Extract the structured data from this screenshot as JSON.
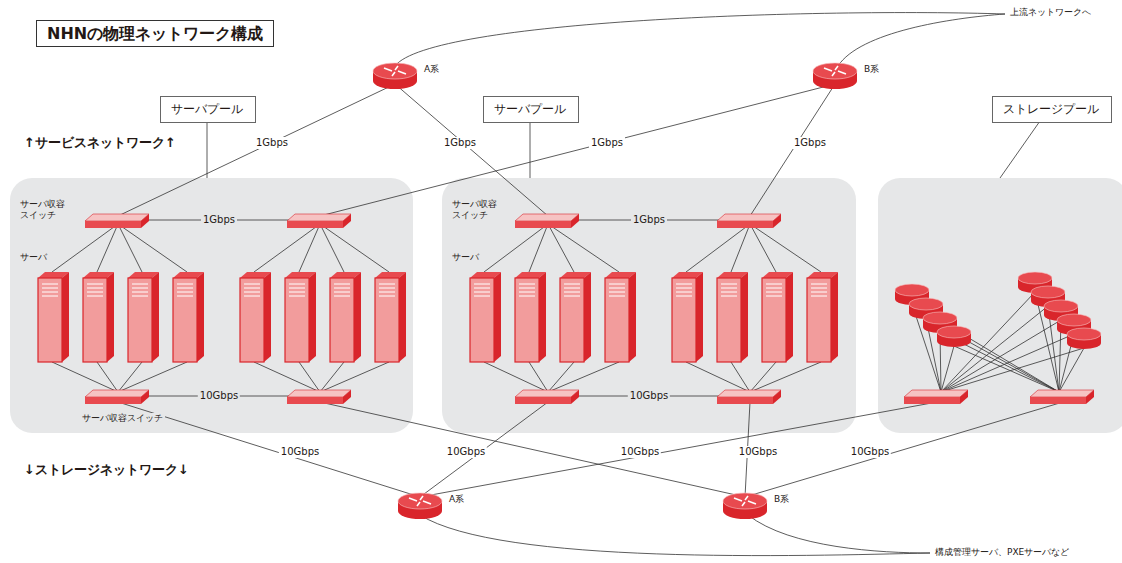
{
  "diagram": {
    "title": "NHNの物理ネットワーク構成",
    "nodes": [
      {
        "text": [
          "A系"
        ]
      },
      {
        "text": [
          "B系"
        ]
      },
      {
        "text": [
          "サーバプール"
        ]
      },
      {
        "text": [
          "サーバプール"
        ]
      },
      {
        "text": [
          "ストレージプール"
        ]
      },
      {
        "text": [
          "A系"
        ]
      },
      {
        "text": [
          "B系"
        ]
      }
    ],
    "labels": [
      "上流ネットワークへ",
      "↑サービスネットワーク↑",
      "1Gbps",
      "1Gbps",
      "1Gbps",
      "1Gbps",
      "サーバ収容 スイッチ",
      "1Gbps",
      "サーバ収容 スイッチ",
      "1Gbps",
      "サーバ",
      "サーバ",
      "10Gbps",
      "10Gbps",
      "サーバ収容スイッチ",
      "10Gbps",
      "10Gbps",
      "10Gbps",
      "10Gbps",
      "10Gbps",
      "↓ストレージネットワーク↓",
      "構成管理サーバ、PXEサーバなど"
    ]
  }
}
